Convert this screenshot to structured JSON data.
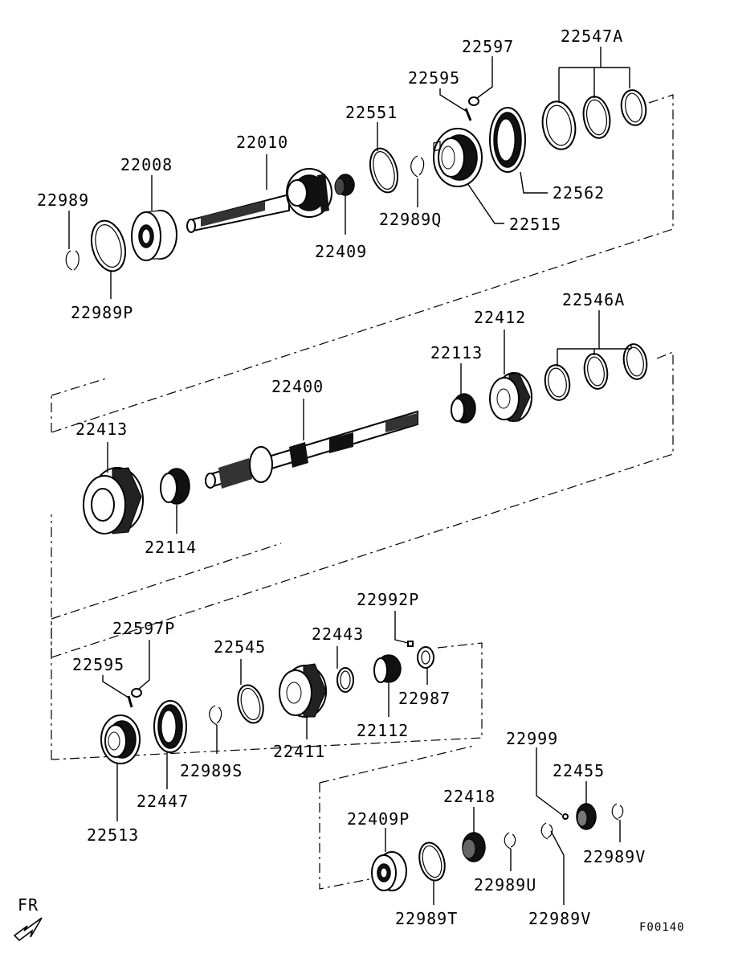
{
  "diagram": {
    "part_labels": {
      "p22597": "22597",
      "p22547A": "22547A",
      "p22595a": "22595",
      "p22551": "22551",
      "p22010": "22010",
      "p22008": "22008",
      "p22989": "22989",
      "p22562": "22562",
      "p22989Q": "22989Q",
      "p22515": "22515",
      "p22409": "22409",
      "p22989P": "22989P",
      "p22546A": "22546A",
      "p22412": "22412",
      "p22113": "22113",
      "p22400": "22400",
      "p22413": "22413",
      "p22114": "22114",
      "p22992P": "22992P",
      "p22597P": "22597P",
      "p22545": "22545",
      "p22443": "22443",
      "p22595b": "22595",
      "p22987": "22987",
      "p22112": "22112",
      "p22411": "22411",
      "p22989S": "22989S",
      "p22447": "22447",
      "p22513": "22513",
      "p22999": "22999",
      "p22455": "22455",
      "p22418": "22418",
      "p22409P": "22409P",
      "p22989V_a": "22989V",
      "p22989U": "22989U",
      "p22989T": "22989T",
      "p22989V_b": "22989V"
    },
    "direction_label": "FR",
    "figure_code": "F00140"
  }
}
